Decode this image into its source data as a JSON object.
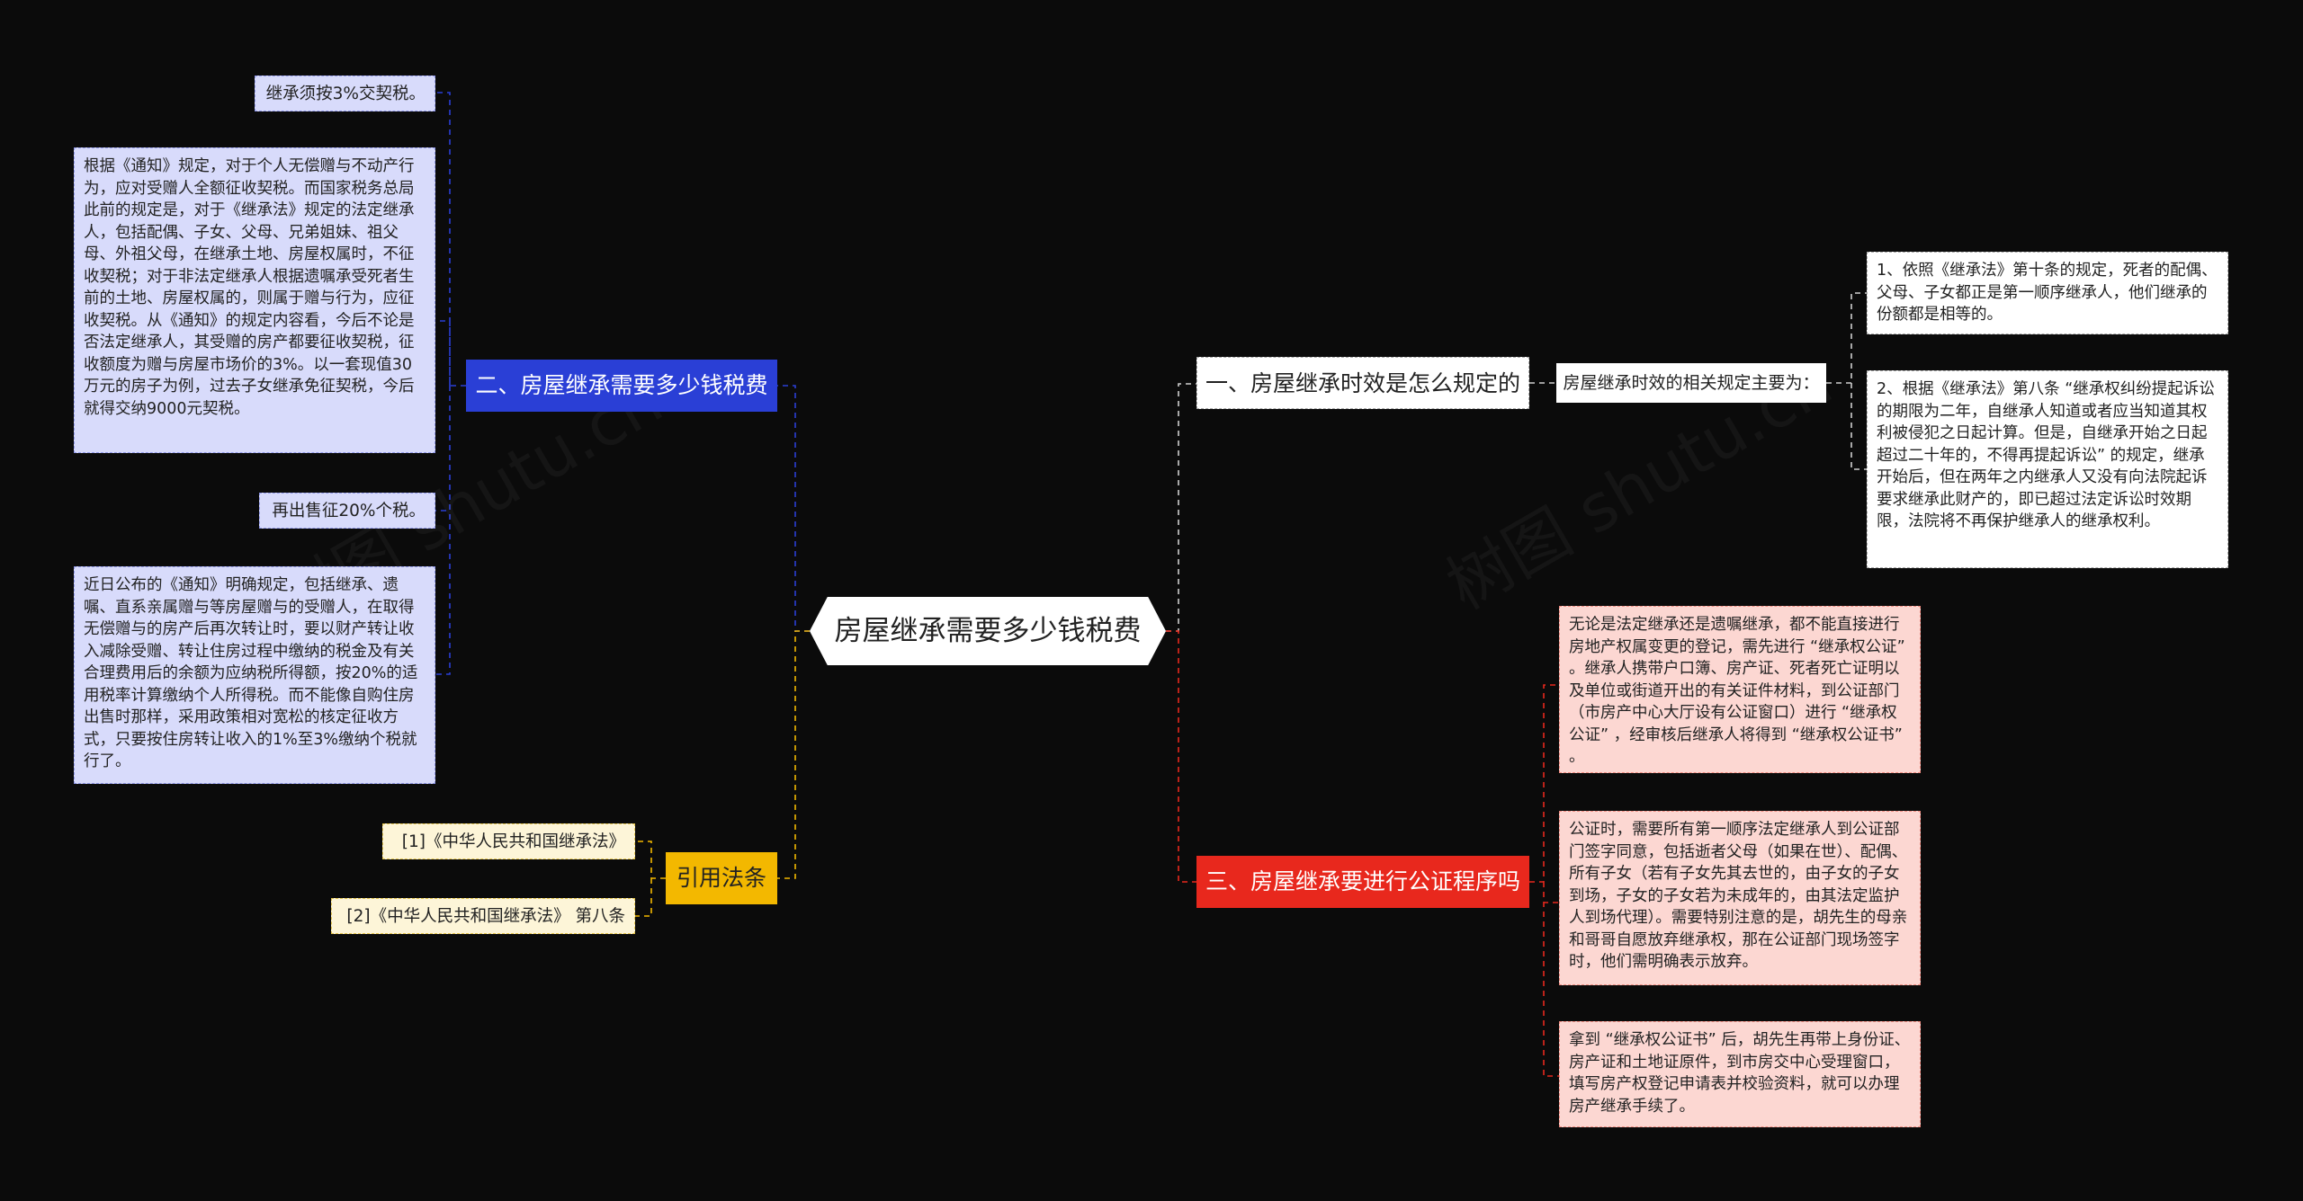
{
  "root": {
    "title": "房屋继承需要多少钱税费"
  },
  "colors": {
    "background": "#0b0b0b",
    "branch_blue": "#2a3fd6",
    "branch_red": "#e8281d",
    "branch_yellow": "#f3b800",
    "leaf_blue": "#d8dbfb",
    "leaf_pink": "#fcd7d2",
    "leaf_cream": "#fdf5d8"
  },
  "branches": {
    "validity": {
      "label": "一、房屋继承时效是怎么规定的",
      "sub": "房屋继承时效的相关规定主要为：",
      "items": [
        "1、依照《继承法》第十条的规定，死者的配偶、父母、子女都正是第一顺序继承人，他们继承的份额都是相等的。",
        "2、根据《继承法》第八条 “继承权纠纷提起诉讼的期限为二年，自继承人知道或者应当知道其权利被侵犯之日起计算。但是，自继承开始之日起超过二十年的，不得再提起诉讼” 的规定，继承开始后，但在两年之内继承人又没有向法院起诉要求继承此财产的，即已超过法定诉讼时效期限，法院将不再保护继承人的继承权利。"
      ]
    },
    "tax": {
      "label": "二、房屋继承需要多少钱税费",
      "items": [
        "继承须按3%交契税。",
        "根据《通知》规定，对于个人无偿赠与不动产行为，应对受赠人全额征收契税。而国家税务总局此前的规定是，对于《继承法》规定的法定继承人，包括配偶、子女、父母、兄弟姐妹、祖父母、外祖父母，在继承土地、房屋权属时，不征收契税；对于非法定继承人根据遗嘱承受死者生前的土地、房屋权属的，则属于赠与行为，应征收契税。从《通知》的规定内容看，今后不论是否法定继承人，其受赠的房产都要征收契税，征收额度为赠与房屋市场价的3%。以一套现值30万元的房子为例，过去子女继承免征契税，今后就得交纳9000元契税。",
        "再出售征20%个税。",
        "近日公布的《通知》明确规定，包括继承、遗嘱、直系亲属赠与等房屋赠与的受赠人，在取得无偿赠与的房产后再次转让时，要以财产转让收入减除受赠、转让住房过程中缴纳的税金及有关合理费用后的余额为应纳税所得额，按20%的适用税率计算缴纳个人所得税。而不能像自购住房出售时那样，采用政策相对宽松的核定征收方式，只要按住房转让收入的1%至3%缴纳个税就行了。"
      ]
    },
    "notary": {
      "label": "三、房屋继承要进行公证程序吗",
      "items": [
        "无论是法定继承还是遗嘱继承，都不能直接进行房地产权属变更的登记，需先进行 “继承权公证” 。继承人携带户口簿、房产证、死者死亡证明以及单位或街道开出的有关证件材料，到公证部门（市房产中心大厅设有公证窗口）进行 “继承权公证” ，经审核后继承人将得到 “继承权公证书” 。",
        "公证时，需要所有第一顺序法定继承人到公证部门签字同意，包括逝者父母（如果在世）、配偶、所有子女（若有子女先其去世的，由子女的子女到场，子女的子女若为未成年的，由其法定监护人到场代理）。需要特别注意的是，胡先生的母亲和哥哥自愿放弃继承权，那在公证部门现场签字时，他们需明确表示放弃。",
        "拿到 “继承权公证书” 后，胡先生再带上身份证、房产证和土地证原件，到市房交中心受理窗口，填写房产权登记申请表并校验资料，就可以办理房产继承手续了。"
      ]
    },
    "refs": {
      "label": "引用法条",
      "items": [
        "[1]《中华人民共和国继承法》",
        "[2]《中华人民共和国继承法》 第八条"
      ]
    }
  }
}
